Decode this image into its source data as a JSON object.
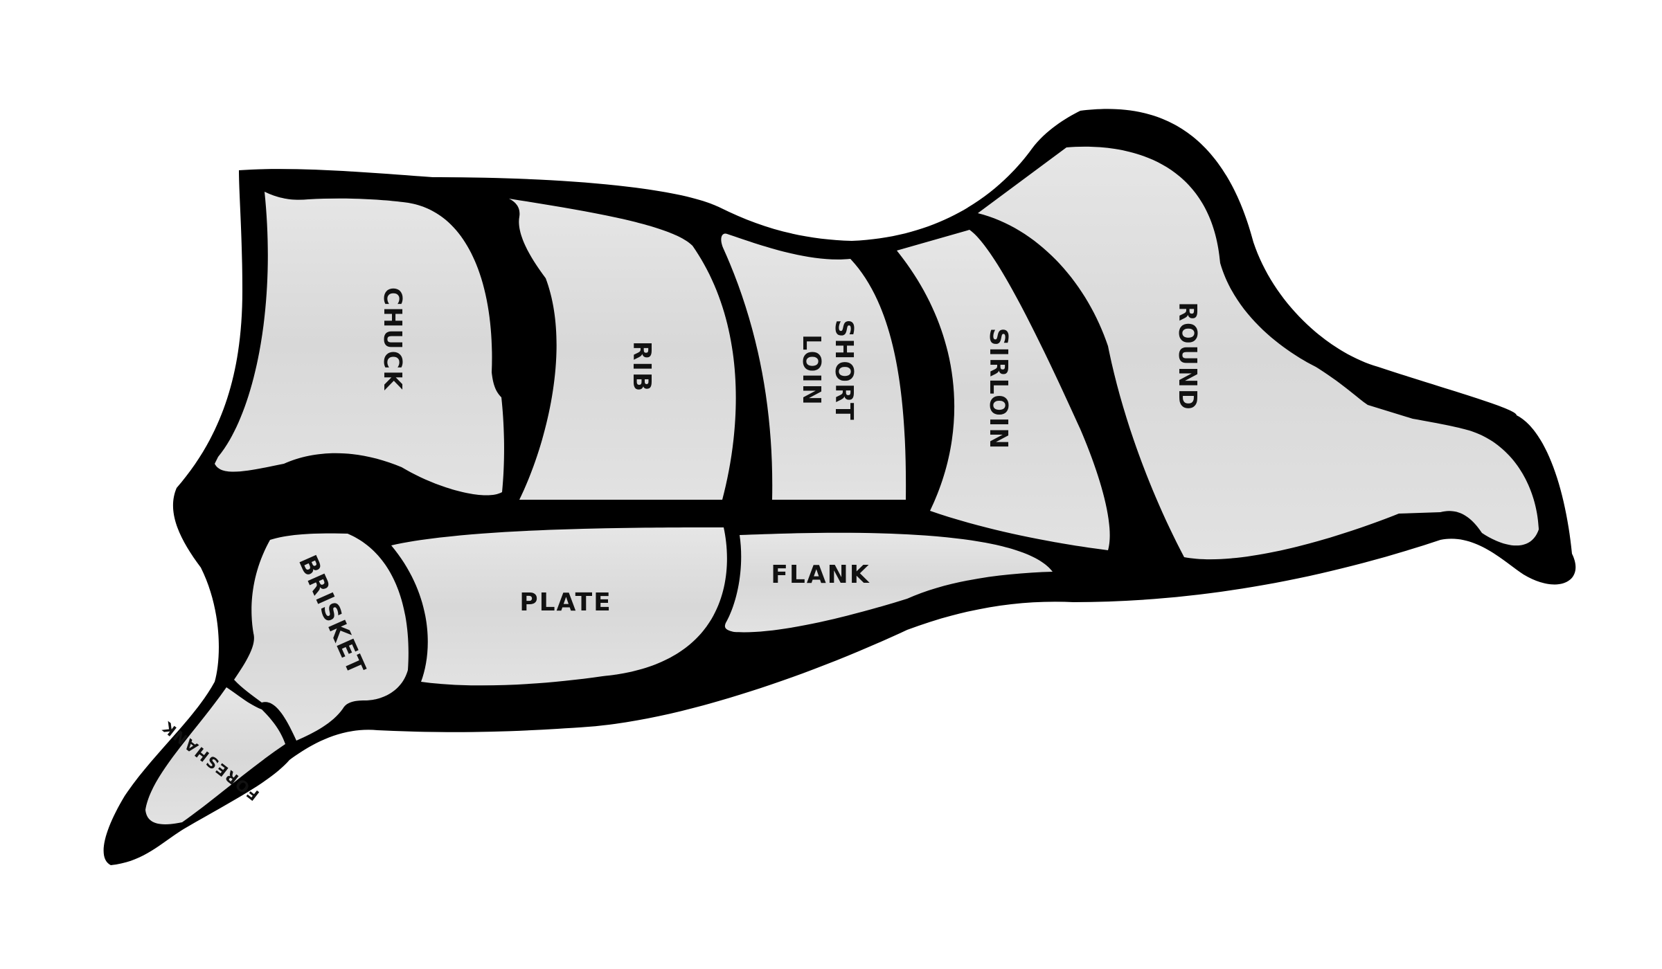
{
  "colors": {
    "outline": "#000000",
    "cut_fill": "#dcdcdc",
    "label": "#111111",
    "background": "#ffffff"
  },
  "cuts": {
    "chuck": "CHUCK",
    "rib": "RIB",
    "short_loin_line1": "SHORT",
    "short_loin_line2": "LOIN",
    "sirloin": "SIRLOIN",
    "round": "ROUND",
    "brisket": "BRISKET",
    "plate": "PLATE",
    "flank": "FLANK",
    "foreshank": "FORESHANK"
  }
}
